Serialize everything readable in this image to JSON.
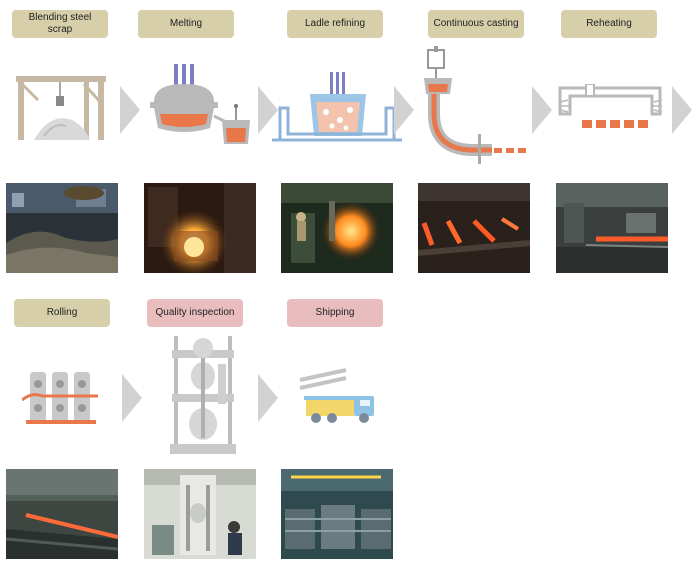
{
  "steps": [
    {
      "label": "Blending steel scrap"
    },
    {
      "label": "Melting"
    },
    {
      "label": "Ladle refining"
    },
    {
      "label": "Continuous casting"
    },
    {
      "label": "Reheating"
    },
    {
      "label": "Rolling"
    },
    {
      "label": "Quality inspection"
    },
    {
      "label": "Shipping"
    }
  ],
  "colors": {
    "process_label": "#d6cfaa",
    "inspection_label": "#e9bdbe",
    "arrow": "#d2d2d2",
    "molten": "#e8774a",
    "structure": "#b9b9b9",
    "electrode": "#7d7fc4",
    "truck": "#8fc3e4"
  }
}
